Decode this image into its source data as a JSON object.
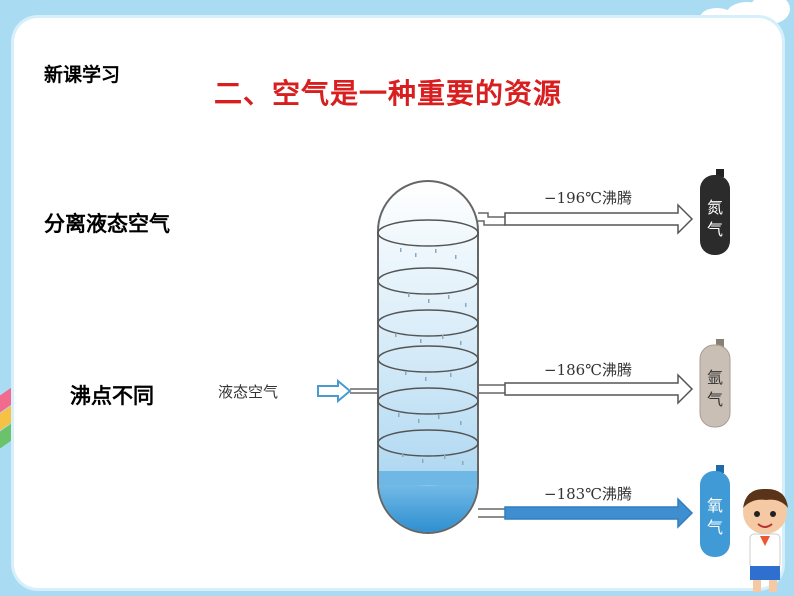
{
  "header": {
    "section": "新课学习",
    "title": "二、空气是一种重要的资源"
  },
  "labels": {
    "separate": "分离液态空气",
    "boiling": "沸点不同"
  },
  "diagram": {
    "input_label": "液态空气",
    "outputs": [
      {
        "temp": "−196℃沸腾",
        "gas_line1": "氮",
        "gas_line2": "气",
        "cylinder_color": "#2b2b2b",
        "text_color": "#ffffff"
      },
      {
        "temp": "−186℃沸腾",
        "gas_line1": "氩",
        "gas_line2": "气",
        "cylinder_color": "#c9bfb4",
        "text_color": "#333333"
      },
      {
        "temp": "−183℃沸腾",
        "gas_line1": "氧",
        "gas_line2": "气",
        "cylinder_color": "#3f9ad6",
        "text_color": "#ffffff"
      }
    ]
  },
  "colors": {
    "title": "#d81e1e",
    "background": "#a9dcf3",
    "liquid": "#4aa6dc"
  }
}
